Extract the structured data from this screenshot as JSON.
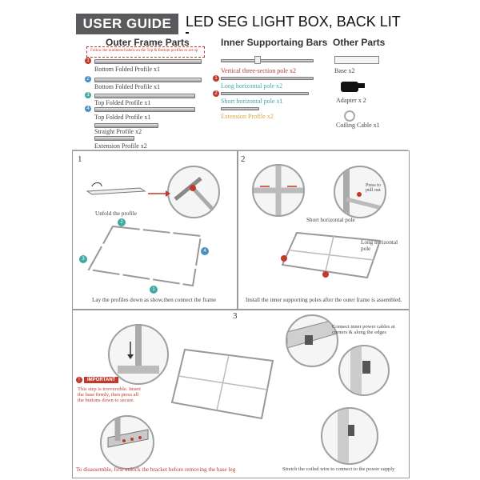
{
  "header": {
    "badge": "USER GUIDE",
    "title": "LED SEG LIGHT BOX, BACK LIT"
  },
  "outer_frame": {
    "heading": "Outer Frame Parts",
    "note": "Follow the numbered labels on the Top & Bottom profiles to set up",
    "parts": [
      {
        "label": "Bottom Folded Profile x1",
        "num": "1"
      },
      {
        "label": "Bottom Folded Profile x1",
        "num": "2"
      },
      {
        "label": "Top Folded Profile x1",
        "num": "3"
      },
      {
        "label": "Top Folded Profile x1",
        "num": "4"
      },
      {
        "label": "Straight Profile x2",
        "num": ""
      },
      {
        "label": "Extension Profile x2",
        "num": ""
      }
    ]
  },
  "inner_bars": {
    "heading": "Inner Supportaing Bars",
    "parts": [
      {
        "label": "Vertical three-section pole x2",
        "color": "#b5373a",
        "num": ""
      },
      {
        "label": "Long horizontal pole x2",
        "color": "#3fa9a3",
        "num": "1"
      },
      {
        "label": "Short horizontal pole x1",
        "color": "#3fa9a3",
        "num": "2"
      },
      {
        "label": "Extension Profile x2",
        "color": "#d9a441",
        "num": ""
      }
    ]
  },
  "other_parts": {
    "heading": "Other Parts",
    "parts": [
      {
        "label": "Base x2"
      },
      {
        "label": "Adapter x 2"
      },
      {
        "label": "Coiling Cable x1"
      }
    ]
  },
  "step1": {
    "num": "1",
    "caption": "Unfold the profile",
    "bottom": "Lay the profiles down as show,then connect the frame",
    "nums": [
      "1",
      "2",
      "3",
      "4"
    ]
  },
  "step2": {
    "num": "2",
    "short_label": "Short horizontal pole",
    "long_label": "Long horizontal pole",
    "press_label": "Press to pull out",
    "bottom": "Install the inner supporting poles after the outer frame is assembled."
  },
  "step3": {
    "num": "3",
    "cable_note": "Connect inner power cables at corners & along the edges",
    "important": "IMPORTANT",
    "warning": "This step is irreversible. Insert the base firmly, then press all the buttons down to secure.",
    "disassemble": "To disassemble, first unlock the bracket before removing the base leg",
    "stretch": "Stretch the coiled wire to connect to the power supply"
  },
  "colors": {
    "accent_red": "#c0392b",
    "teal": "#3fa9a3",
    "badge": "#595a5c"
  }
}
